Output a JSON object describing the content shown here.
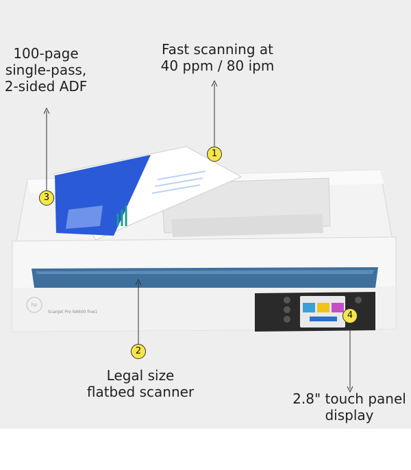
{
  "callouts": [
    {
      "id": "1",
      "lines": [
        "Fast scanning at",
        "40 ppm / 80 ipm"
      ]
    },
    {
      "id": "2",
      "lines": [
        "Legal size",
        "flatbed scanner"
      ]
    },
    {
      "id": "3",
      "lines": [
        "100-page",
        "single-pass,",
        "2-sided ADF"
      ]
    },
    {
      "id": "4",
      "lines": [
        "2.8\" touch panel",
        "display"
      ]
    }
  ],
  "device": {
    "brand": "hp",
    "model_label": "ScanJet Pro N4600 fnw1"
  },
  "colors": {
    "background": "#eeeeee",
    "badge": "#f5e64a",
    "scanner_body": "#f6f6f6",
    "glass_strip": "#3f6f9c",
    "panel": "#2a2a2a",
    "document_blue": "#2a5ad8"
  }
}
